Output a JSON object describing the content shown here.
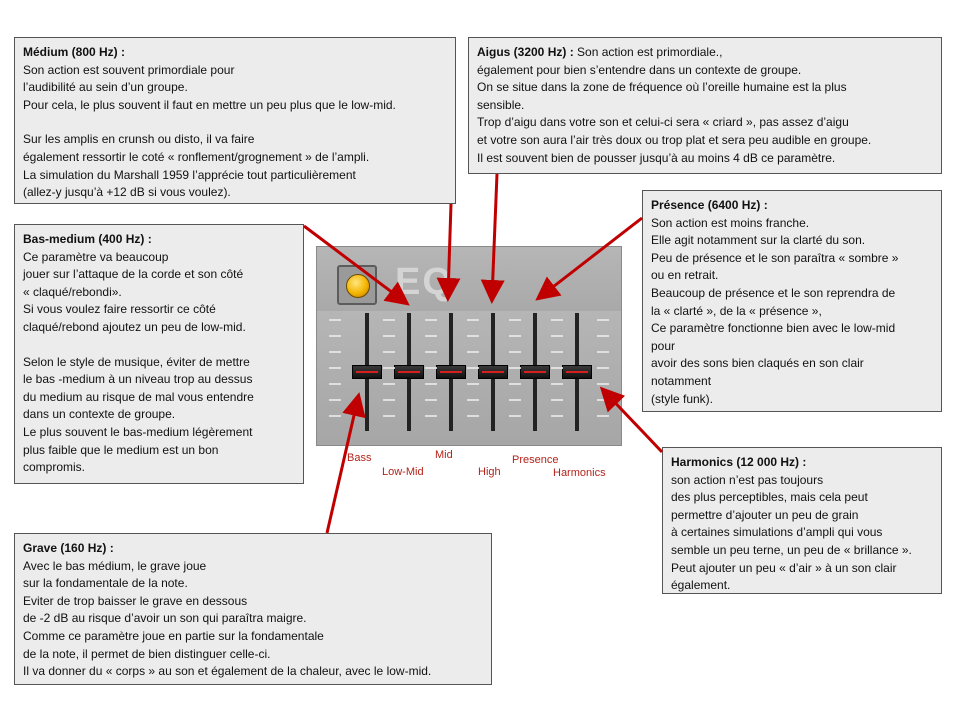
{
  "eq": {
    "logo": "EQ",
    "bands": [
      "Bass",
      "Low-Mid",
      "Mid",
      "High",
      "Presence",
      "Harmonics"
    ]
  },
  "boxes": {
    "medium": {
      "title": "Médium (800 Hz) :",
      "lines": [
        "Son action est souvent primordiale pour",
        "l’audibilité au sein d’un groupe.",
        "Pour cela, le plus souvent il faut en mettre un peu plus que le low-mid.",
        "",
        "Sur les amplis en crunsh ou disto, il va faire",
        "également ressortir le  coté « ronflement/grognement » de l’ampli.",
        "La simulation du Marshall 1959  l’apprécie tout particulièrement",
        "(allez-y jusqu’à +12 dB si vous voulez)."
      ]
    },
    "aigus": {
      "title": "Aigus (3200 Hz) :",
      "lines": [
        "  Son action est primordiale.,",
        "également pour bien s’entendre dans un contexte de groupe.",
        "On se situe  dans la zone de fréquence où l’oreille humaine est la plus",
        "sensible.",
        "Trop d’aigu dans votre son et celui-ci sera « criard », pas assez d’aigu",
        "et votre son aura l’air très doux ou trop plat et sera peu audible  en groupe.",
        "Il est souvent bien de pousser jusqu’à au moins  4 dB ce paramètre."
      ]
    },
    "bas_medium": {
      "title": "Bas-medium (400 Hz) :",
      "lines": [
        "Ce paramètre va beaucoup",
        "jouer sur l’attaque  de la corde et son côté",
        "« claqué/rebondi».",
        "Si vous voulez faire ressortir ce côté",
        "claqué/rebond ajoutez un peu de low-mid.",
        "",
        "Selon le style de musique, éviter de mettre",
        "le bas -medium à un niveau trop au dessus",
        "du medium au risque de mal  vous entendre",
        "dans un contexte de groupe.",
        "Le plus souvent le bas-medium légèrement",
        "plus faible que le medium est un bon",
        "compromis."
      ]
    },
    "presence": {
      "title": "Présence (6400 Hz) :",
      "lines": [
        "Son action est moins  franche.",
        "Elle agit notamment sur la clarté du son.",
        "Peu de présence et le son paraîtra « sombre »",
        "ou en retrait.",
        "Beaucoup de présence et le son reprendra de",
        "la  « clarté », de la « présence »,",
        "Ce paramètre fonctionne bien avec le low-mid",
        "pour",
        "avoir des sons bien claqués en son clair",
        "notamment",
        "(style funk)."
      ]
    },
    "harmonics": {
      "title": "Harmonics (12 000 Hz) :",
      "lines": [
        "son action n’est pas  toujours",
        "des plus  perceptibles, mais cela peut",
        "permettre d’ajouter un peu de grain",
        "à certaines simulations  d’ampli  qui vous",
        "semble un peu terne, un peu de « brillance ».",
        "Peut ajouter un peu « d’air » à un son clair",
        "également."
      ]
    },
    "grave": {
      "title": "Grave (160 Hz) :",
      "lines": [
        "Avec le bas médium, le grave joue",
        "sur la fondamentale de la note.",
        "Eviter de trop baisser le grave en dessous",
        "de -2 dB au risque d’avoir un son qui paraîtra maigre.",
        "Comme ce paramètre joue en partie sur la fondamentale",
        "de la note, il permet de bien  distinguer celle-ci.",
        "Il va donner du « corps » au son et également de la chaleur, avec le low-mid."
      ]
    }
  },
  "colors": {
    "arrow": "#c00000",
    "label": "#b4231a",
    "box_bg": "#ececec"
  }
}
